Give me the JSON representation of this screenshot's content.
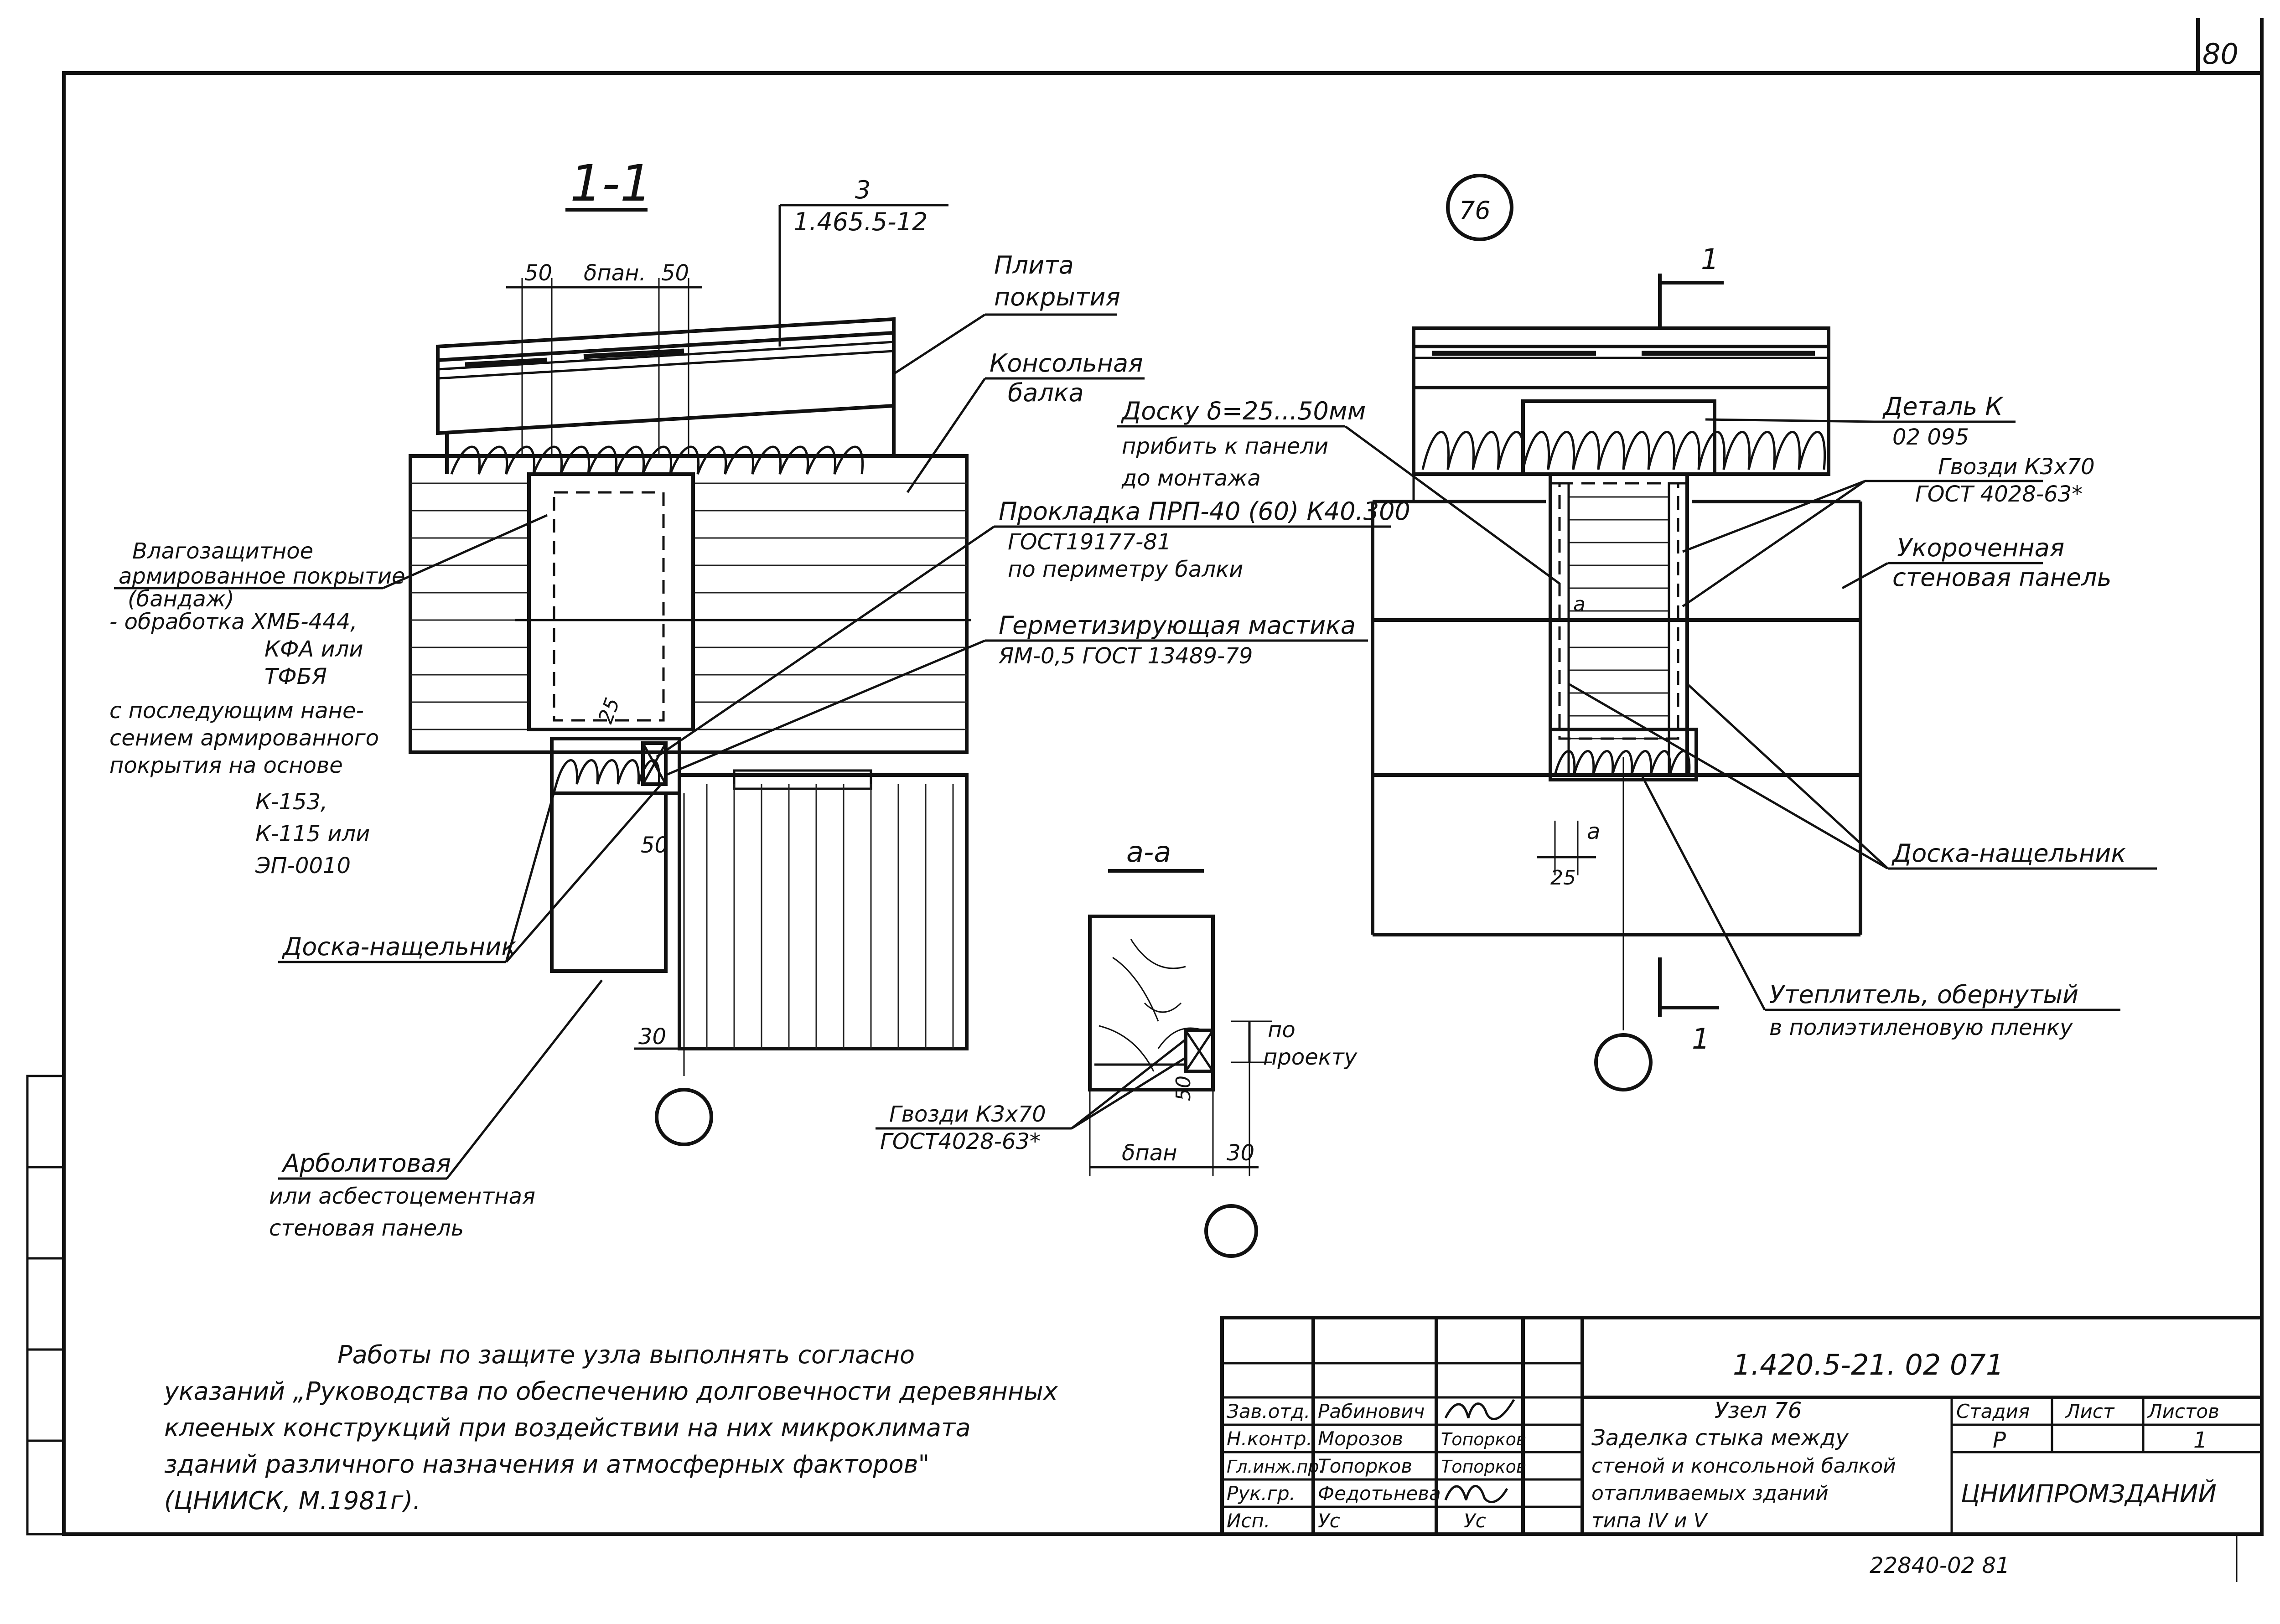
{
  "sheet": {
    "page_number": "80",
    "archive_number": "22840-02  81"
  },
  "section_1_1": {
    "title": "1-1",
    "ref_number": "3",
    "ref_code": "1.465.5-12",
    "dim_50_left": "50",
    "dim_b_pan": "δпан.",
    "dim_50_right": "50",
    "label_plita": [
      "Плита",
      "покрытия"
    ],
    "label_balka": [
      "Консольная",
      "балка"
    ],
    "label_prokladka": [
      "Прокладка ПРП-40 (60) К40.300",
      "ГОСТ19177-81",
      "по периметру балки"
    ],
    "label_mastika": [
      "Герметизирующая мастика",
      "ЯМ-0,5   ГОСТ 13489-79"
    ],
    "label_coating": [
      "Влагозащитное",
      "армированное покрытие",
      "(бандаж)",
      "- обработка ХМБ-444,",
      "КФА или",
      "ТФБЯ",
      "с последующим нане-",
      "сением армированного",
      "покрытия  на основе",
      "К-153,",
      "К-115 или",
      "ЭП-0010"
    ],
    "dim_25": "25",
    "dim_50_bottom": "50",
    "dim_30": "30",
    "label_doska": "Доска-нащельник",
    "label_panel": [
      "Арболитовая",
      "или асбестоцементная",
      "стеновая панель"
    ]
  },
  "section_a_a": {
    "title": "a-a",
    "dim_po_proektu": [
      "по",
      "проекту"
    ],
    "dim_50": "50",
    "dim_b_pan": "δпан",
    "dim_30": "30",
    "label_gvozdi": [
      "Гвозди К3х70",
      "ГОСТ4028-63*"
    ]
  },
  "node_76": {
    "title": "76",
    "cut_mark": "1",
    "label_doska_pribit": [
      "Доску δ=25...50мм",
      "прибить к панели",
      "до монтажа"
    ],
    "label_detal": [
      "Деталь К",
      "02 095"
    ],
    "label_gvozdi": [
      "Гвозди  К3х70",
      "ГОСТ 4028-63*"
    ],
    "label_panel": [
      "Укороченная",
      "стеновая панель"
    ],
    "label_doska": "Доска-нащельник",
    "label_uteplitel": [
      "Утеплитель, обернутый",
      "в полиэтиленовую пленку"
    ],
    "dim_a_upper": "a",
    "dim_a_lower": "a",
    "dim_25": "25"
  },
  "note": [
    "Работы   по   защите   узла  выполнять  согласно",
    "указаний „Руководства по обеспечению долговечности деревянных",
    "клееных  конструкций  при  воздействии  на  них  микроклимата",
    "зданий  различного   назначения  и  атмосферных  факторов\"",
    "(ЦНИИСК,  М.1981г)."
  ],
  "title_block": {
    "doc_code": "1.420.5-21. 02 071",
    "roles": [
      "Зав.отд.",
      "Н.контр.",
      "Гл.инж.пр.",
      "Рук.гр.",
      "Исп."
    ],
    "names": [
      "Рабинович",
      "Морозов",
      "Топорков",
      "Федотьнева",
      "Ус"
    ],
    "signatures": [
      "",
      "Топорков",
      "Топорков",
      "",
      "Ус"
    ],
    "title_lines": [
      "Узел 76",
      "Заделка стыка между",
      "стеной и консольной балкой",
      "отапливаемых   зданий",
      "типа  IV и V"
    ],
    "header_stage": "Стадия",
    "header_sheet": "Лист",
    "header_sheets": "Листов",
    "stage": "Р",
    "sheet_no": "",
    "sheets_total": "1",
    "organization": "ЦНИИПРОМЗДАНИЙ"
  }
}
